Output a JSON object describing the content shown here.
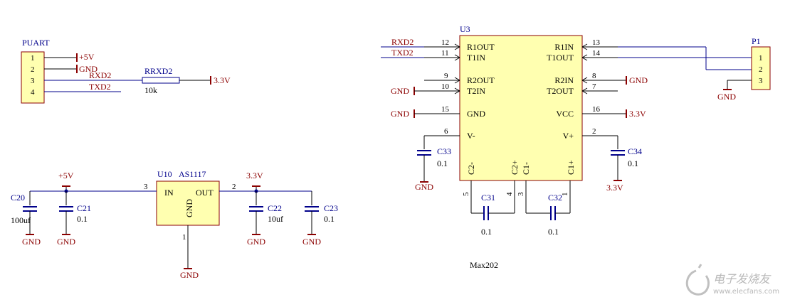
{
  "puart": {
    "ref": "PUART",
    "pins": [
      "1",
      "2",
      "3",
      "4"
    ],
    "net_5v": "+5V",
    "net_gnd": "GND",
    "net_rxd2": "RXD2",
    "net_txd2": "TXD2"
  },
  "resistor": {
    "ref": "RRXD2",
    "value": "10k",
    "net": "3.3V"
  },
  "regulator": {
    "ref": "U10",
    "part": "AS1117",
    "in_label": "IN",
    "out_label": "OUT",
    "gnd_label": "GND",
    "pin_in": "3",
    "pin_out": "2",
    "pin_gnd": "1",
    "net_in": "+5V",
    "net_out": "3.3V",
    "net_gnd": "GND"
  },
  "caps_power": [
    {
      "ref": "C20",
      "value": "100uf",
      "gnd": "GND"
    },
    {
      "ref": "C21",
      "value": "0.1",
      "gnd": "GND"
    },
    {
      "ref": "C22",
      "value": "10uf",
      "gnd": "GND"
    },
    {
      "ref": "C23",
      "value": "0.1",
      "gnd": "GND"
    }
  ],
  "max202": {
    "ref": "U3",
    "name": "Max202",
    "left_pins": [
      {
        "num": "12",
        "name": "R1OUT",
        "net": "RXD2"
      },
      {
        "num": "11",
        "name": "T1IN",
        "net": "TXD2"
      },
      {
        "num": "9",
        "name": "R2OUT",
        "net": ""
      },
      {
        "num": "10",
        "name": "T2IN",
        "net": "GND"
      },
      {
        "num": "15",
        "name": "GND",
        "net": "GND"
      },
      {
        "num": "6",
        "name": "V-",
        "net": ""
      }
    ],
    "right_pins": [
      {
        "num": "13",
        "name": "R1IN",
        "net": ""
      },
      {
        "num": "14",
        "name": "T1OUT",
        "net": ""
      },
      {
        "num": "8",
        "name": "R2IN",
        "net": "GND"
      },
      {
        "num": "7",
        "name": "T2OUT",
        "net": ""
      },
      {
        "num": "16",
        "name": "VCC",
        "net": "3.3V"
      },
      {
        "num": "2",
        "name": "V+",
        "net": ""
      }
    ],
    "bottom_pins": [
      {
        "num": "5",
        "name": "C2-"
      },
      {
        "num": "4",
        "name": "C2+"
      },
      {
        "num": "3",
        "name": "C1-"
      },
      {
        "num": "1",
        "name": "C1+"
      }
    ]
  },
  "caps_charge": [
    {
      "ref": "C33",
      "value": "0.1",
      "net": "GND"
    },
    {
      "ref": "C34",
      "value": "0.1",
      "net": "3.3V"
    },
    {
      "ref": "C31",
      "value": "0.1"
    },
    {
      "ref": "C32",
      "value": "0.1"
    }
  ],
  "p1": {
    "ref": "P1",
    "pins": [
      "1",
      "2",
      "3"
    ],
    "net_gnd": "GND"
  },
  "watermark": {
    "text": "电子发烧友",
    "url": "www.elecfans.com"
  },
  "colors": {
    "wire": "#00008b",
    "net": "#8b0000",
    "body_fill": "#ffffb0",
    "body_stroke": "#8b0000",
    "pin_line": "#000000",
    "cap": "#00008b"
  }
}
